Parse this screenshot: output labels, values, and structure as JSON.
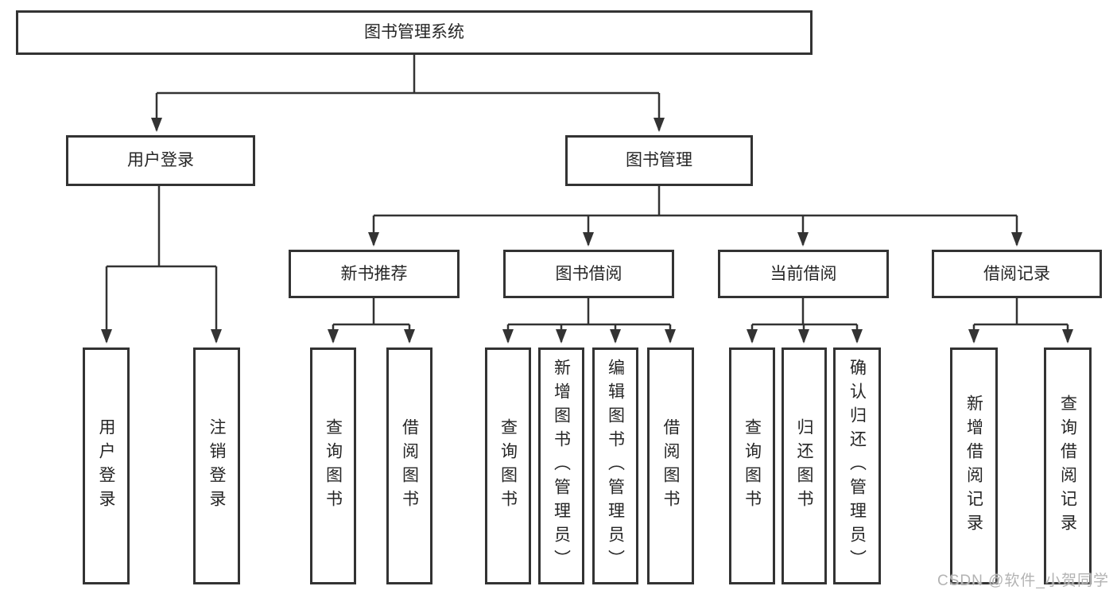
{
  "diagram": {
    "title_node": "图书管理系统",
    "tree": {
      "label": "图书管理系统",
      "children": [
        {
          "label": "用户登录",
          "children": [
            {
              "label": "用户登录"
            },
            {
              "label": "注销登录"
            }
          ]
        },
        {
          "label": "图书管理",
          "children": [
            {
              "label": "新书推荐",
              "children": [
                {
                  "label": "查询图书"
                },
                {
                  "label": "借阅图书"
                }
              ]
            },
            {
              "label": "图书借阅",
              "children": [
                {
                  "label": "查询图书"
                },
                {
                  "label": "新增图书（管理员）"
                },
                {
                  "label": "编辑图书（管理员）"
                },
                {
                  "label": "借阅图书"
                }
              ]
            },
            {
              "label": "当前借阅",
              "children": [
                {
                  "label": "查询图书"
                },
                {
                  "label": "归还图书"
                },
                {
                  "label": "确认归还（管理员）"
                }
              ]
            },
            {
              "label": "借阅记录",
              "children": [
                {
                  "label": "新增借阅记录"
                },
                {
                  "label": "查询借阅记录"
                }
              ]
            }
          ]
        }
      ]
    },
    "colors": {
      "line": "#333333",
      "text": "#262626",
      "background": "#ffffff",
      "watermark": "#b3b3b3"
    }
  },
  "watermark": "CSDN @软件_小贺同学"
}
